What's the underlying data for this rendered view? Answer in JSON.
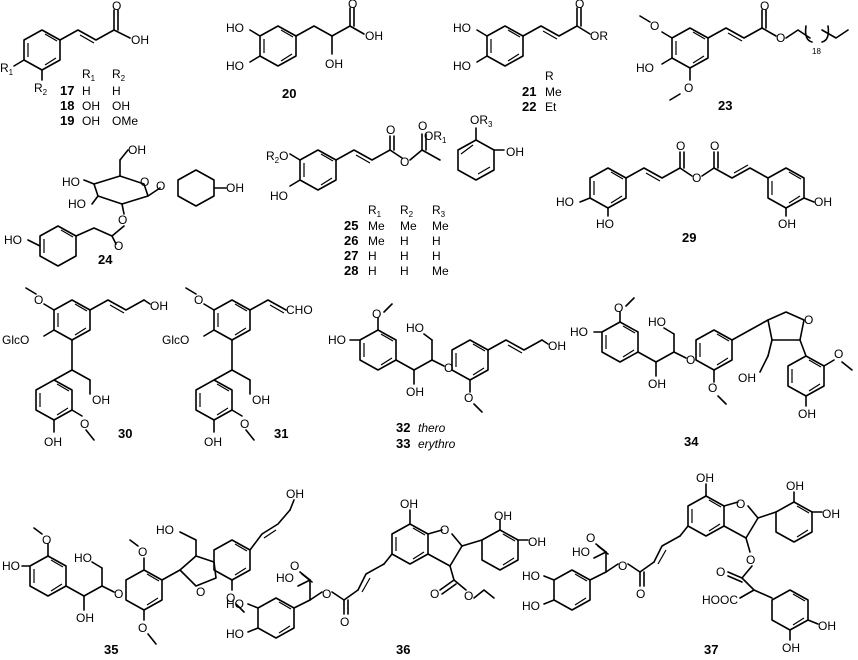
{
  "compounds": [
    {
      "id": "17-19",
      "table": {
        "header": [
          "R1",
          "R2"
        ],
        "rows": [
          [
            "17",
            "H",
            "H"
          ],
          [
            "18",
            "OH",
            "OH"
          ],
          [
            "19",
            "OH",
            "OMe"
          ]
        ]
      }
    },
    {
      "id": "20"
    },
    {
      "id": "21-22",
      "table": {
        "header": [
          "R"
        ],
        "rows": [
          [
            "21",
            "Me"
          ],
          [
            "22",
            "Et"
          ]
        ]
      }
    },
    {
      "id": "23",
      "chain_label": "18"
    },
    {
      "id": "24"
    },
    {
      "id": "25-28",
      "table": {
        "header": [
          "R1",
          "R2",
          "R3"
        ],
        "rows": [
          [
            "25",
            "Me",
            "Me",
            "Me"
          ],
          [
            "26",
            "Me",
            "H",
            "H"
          ],
          [
            "27",
            "H",
            "H",
            "H"
          ],
          [
            "28",
            "H",
            "H",
            "Me"
          ]
        ]
      }
    },
    {
      "id": "29"
    },
    {
      "id": "30"
    },
    {
      "id": "31"
    },
    {
      "id": "32",
      "stereo": "thero"
    },
    {
      "id": "33",
      "stereo": "erythro"
    },
    {
      "id": "34"
    },
    {
      "id": "35"
    },
    {
      "id": "36"
    },
    {
      "id": "37"
    }
  ],
  "atom_labels": {
    "OH": "OH",
    "HO": "HO",
    "O": "O",
    "OR": "OR",
    "OMe": "OMe",
    "GlcO": "GlcO",
    "CHO": "CHO",
    "HOOC": "HOOC",
    "R1": "R",
    "R2": "R",
    "R3": "R",
    "R": "R"
  }
}
